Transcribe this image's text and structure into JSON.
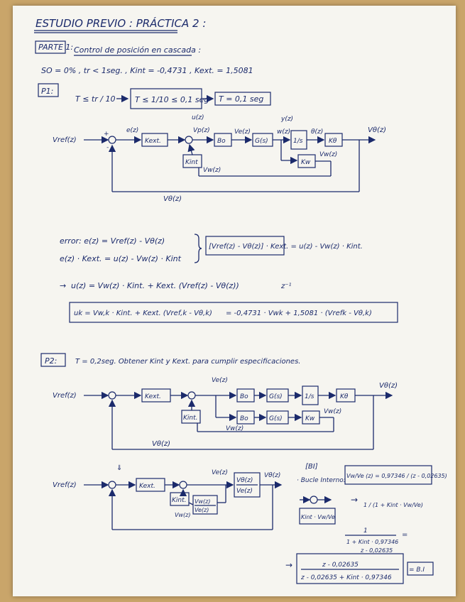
{
  "colors": {
    "ink": "#1b2a6b",
    "paper": "#f6f5f0",
    "background": "#c9a56a"
  },
  "title": "ESTUDIO PREVIO : PRÁCTICA 2 :",
  "part1": {
    "heading": "PARTE 1:",
    "subtitle": "Control de posición en cascada :",
    "specs": "SO = 0% , tr < 1seg. , Kint = -0,4731 , Kext. = 1,5081"
  },
  "p1": {
    "label": "P1:",
    "eq1": "T ≤ tr / 10",
    "eq2": "T ≤ 1/10 ≤ 0,1 seg",
    "eq3": "T = 0,1 seg",
    "diagram": {
      "input": "Vref(z)",
      "error": "e(z)",
      "kext": "Kext.",
      "u": "u(z)",
      "vp": "Vp(z)",
      "bo": "Bo",
      "ve": "Ve(z)",
      "g": "G(s)",
      "w": "w(z)",
      "y": "y(z)",
      "integrator": "1/s",
      "theta": "θ(z)",
      "kf": "Kθ",
      "out": "Vθ(z)",
      "kw": "Kw",
      "vw": "Vw(z)",
      "kint": "Kint",
      "vw2": "Vw(z)",
      "feedback": "Vθ(z)"
    },
    "error_line1": "error: e(z) = Vref(z) - Vθ(z)",
    "error_line2": "e(z) · Kext. = u(z) - Vw(z) · Kint",
    "combined": "[Vref(z) - Vθ(z)] · Kext. = u(z) - Vw(z) · Kint.",
    "u_eq": "u(z) = Vw(z) · Kint. + Kext. (Vref(z) - Vθ(z))",
    "ztrans": "z⁻¹",
    "uk_lhs": "uk = Vw,k · Kint. + Kext. (Vref,k - Vθ,k)",
    "uk_rhs": "= -0,4731 · Vwk + 1,5081 · (Vrefk - Vθ,k)"
  },
  "p2": {
    "label": "P2:",
    "text": "T = 0,2seg. Obtener Kint y Kext. para cumplir especificaciones.",
    "d2": {
      "input": "Vref(z)",
      "kext": "Kext.",
      "ve": "Ve(z)",
      "bo": "Bo",
      "g": "G(s)",
      "integrator": "1/s",
      "kf": "Kθ",
      "out": "Vθ(z)",
      "kint": "Kint.",
      "bo2": "Bo",
      "g2": "G(s)",
      "kw": "Kw",
      "vw": "Vw(z)",
      "vw2": "Vw(z)",
      "feedback": "Vθ(z)"
    },
    "d3": {
      "input": "Vref(z)",
      "kext": "Kext.",
      "ve": "Ve(z)",
      "tf_num": "Vθ(z)",
      "tf_den": "Ve(z)",
      "out": "Vθ(z)",
      "kint": "Kint.",
      "vw_num": "Vw(z)",
      "vw_den": "Ve(z)",
      "vw": "Vw(z)"
    },
    "bi_label": "[BI]",
    "bi_text": "· Bucle Interno:",
    "bi_tf": "Vw/Ve (z) = 0,97346 / (z - 0,02635)",
    "mini_kint": "Kint · Vw/Ve",
    "frac1": "1 / (1 + Kint · Vw/Ve)",
    "frac2_num": "1",
    "frac2_den1": "1 + Kint · 0,97346",
    "frac2_den2": "z - 0,02635",
    "final_num": "z - 0,02635",
    "final_den": "z - 0,02635 + Kint · 0,97346",
    "final_tag": "= B.I"
  },
  "marks": {
    "arrow_symbol": "→",
    "equals": "=",
    "plus": "+",
    "minus": "-"
  }
}
